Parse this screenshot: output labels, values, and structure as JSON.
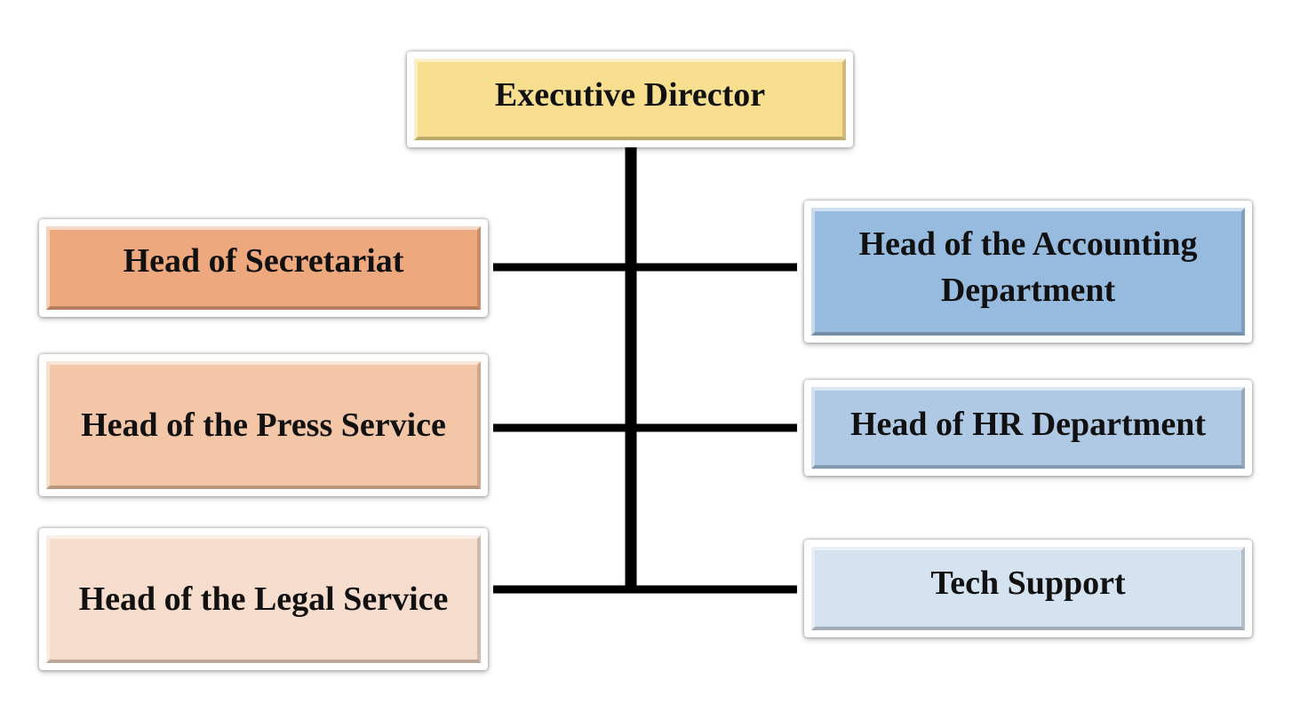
{
  "org_chart": {
    "executive_director": {
      "label": "Executive Director",
      "fill": "#F7DF8F"
    },
    "left_branch": [
      {
        "label": "Head of Secretariat",
        "fill": "#EEA87E"
      },
      {
        "label": "Head of the Press Service",
        "fill": "#F2C6A6"
      },
      {
        "label": "Head of the Legal Service",
        "fill": "#F6DDCD"
      }
    ],
    "right_branch": [
      {
        "label": "Head of the Accounting Department",
        "fill": "#97BBDF"
      },
      {
        "label": "Head of HR Department",
        "fill": "#AFC9E5"
      },
      {
        "label": "Tech Support",
        "fill": "#D5E2F0"
      }
    ],
    "connector_color": "#000000"
  }
}
